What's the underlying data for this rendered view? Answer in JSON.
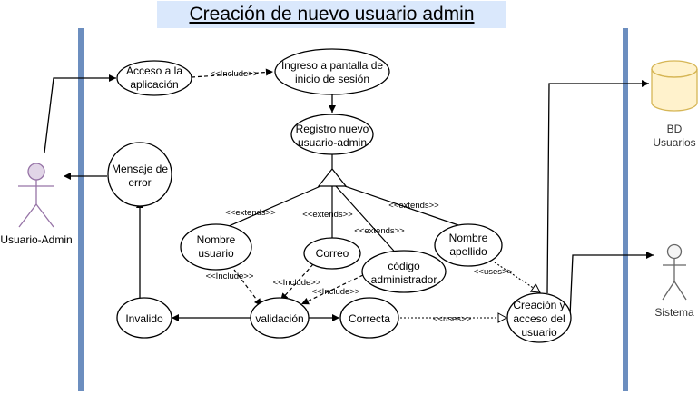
{
  "title": "Creación de nuevo usuario admin",
  "colors": {
    "title_bg": "#dae8fc",
    "boundary": "#6c8ebf",
    "actor_fill": "#e1d5e7",
    "actor_stroke": "#9673a6",
    "database_fill": "#fff2cc",
    "database_stroke": "#d6b656",
    "system_actor_stroke": "#666666"
  },
  "actors": {
    "admin": {
      "label": "Usuario-Admin",
      "icon": "stick-figure-actor"
    },
    "sistema": {
      "label": "Sistema",
      "icon": "stick-figure-actor"
    },
    "database": {
      "line1": "BD",
      "line2": "Usuarios",
      "icon": "cylinder-database"
    }
  },
  "use_cases": {
    "acceso": {
      "line1": "Acceso a la",
      "line2": "aplicación"
    },
    "ingreso": {
      "line1": "Ingreso a pantalla de",
      "line2": "inicio de sesión"
    },
    "registro": {
      "line1": "Registro nuevo",
      "line2": "usuario-admin"
    },
    "mensaje": {
      "line1": "Mensaje de",
      "line2": "error"
    },
    "nombre": {
      "line1": "Nombre",
      "line2": "usuario"
    },
    "correo": {
      "line1": "Correo"
    },
    "codigo": {
      "line1": "código",
      "line2": "administrador"
    },
    "apellido": {
      "line1": "Nombre",
      "line2": "apellido"
    },
    "invalido": {
      "line1": "Invalido"
    },
    "validacion": {
      "line1": "validación"
    },
    "correcta": {
      "line1": "Correcta"
    },
    "creacion": {
      "line1": "Creación y",
      "line2": "acceso del",
      "line3": "usuario"
    }
  },
  "stereotypes": {
    "include": "<<Include>>",
    "extends": "<<extends>>",
    "uses": "<<uses>>"
  }
}
